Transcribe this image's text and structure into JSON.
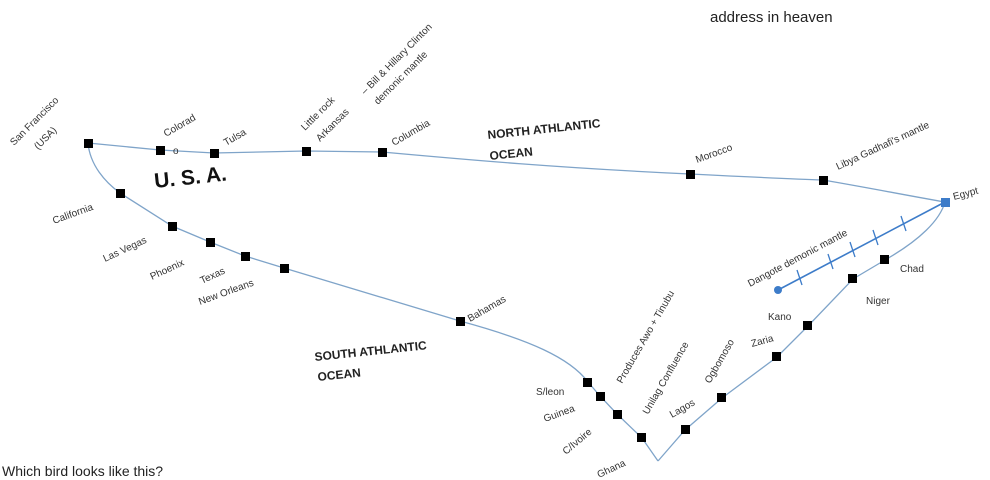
{
  "header": {
    "caption": "address in heaven"
  },
  "question": "Which bird looks like this?",
  "regions": {
    "usa": "U. S. A.",
    "north_ocean_line1": "NORTH ATHLANTIC",
    "north_ocean_line2": "OCEAN",
    "south_ocean_line1": "SOUTH ATHLANTIC",
    "south_ocean_line2": "OCEAN"
  },
  "places": {
    "san_francisco_1": "San Francisco",
    "san_francisco_2": "(USA)",
    "colorad": "Colorad",
    "colorad_marker": "o",
    "tulsa": "Tulsa",
    "little_rock_1": "Little rock",
    "little_rock_2": "Arkansas",
    "clinton_1": "– Bill & Hillary Clinton",
    "clinton_2": "demonic mantle",
    "columbia": "Columbia",
    "morocco": "Morocco",
    "libya": "Libya Gadhafi's mantle",
    "egypt": "Egypt",
    "california": "California",
    "las_vegas": "Las Vegas",
    "phoenix": "Phoenix",
    "texas": "Texas",
    "new_orleans": "New Orleans",
    "bahamas": "Bahamas",
    "sleon": "S/leon",
    "guinea": "Guinea",
    "civoire": "C/Ivoire",
    "ghana": "Ghana",
    "produces": "Produces Awo + Tinubu",
    "unilag": "Unilag Confluence",
    "lagos": "Lagos",
    "ogbomoso": "Ogbomoso",
    "zaria": "Zaria",
    "kano": "Kano",
    "niger": "Niger",
    "chad": "Chad",
    "dangote": "Dangote demonic mantle"
  },
  "colors": {
    "route": "#7fa4c9",
    "branch": "#3d7cc9",
    "node": "#000000"
  }
}
